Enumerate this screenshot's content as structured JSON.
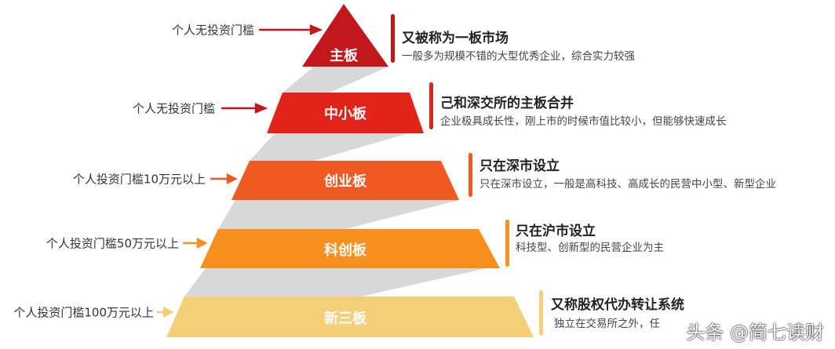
{
  "tiers": [
    {
      "name": "主板",
      "threshold": "个人无投资门槛",
      "title": "又被称为一板市场",
      "desc": "一般多为规模不错的大型优秀企业，综合实力较强",
      "color": "#c0181c"
    },
    {
      "name": "中小板",
      "threshold": "个人无投资门槛",
      "title": "己和深交所的主板合并",
      "desc": "企业极具成长性，刚上市的时候市值比较小，但能够快速成长",
      "color": "#e2231a"
    },
    {
      "name": "创业板",
      "threshold": "个人投资门槛10万元以上",
      "title": "只在深市设立",
      "desc": "只在深市设立，一般是高科技、高成长的民营中小型、新型企业",
      "color": "#f05a22"
    },
    {
      "name": "科创板",
      "threshold": "个人投资门槛50万元以上",
      "title": "只在沪市设立",
      "desc": "科技型、创新型的民营企业为主",
      "color": "#f7901e"
    },
    {
      "name": "新三板",
      "threshold": "个人投资门槛100万元以上",
      "title": "又称股权代办转让系统",
      "desc": "独立在交易所之外，任",
      "color": "#f3cf78"
    }
  ],
  "watermark": "头条 @简七读财"
}
